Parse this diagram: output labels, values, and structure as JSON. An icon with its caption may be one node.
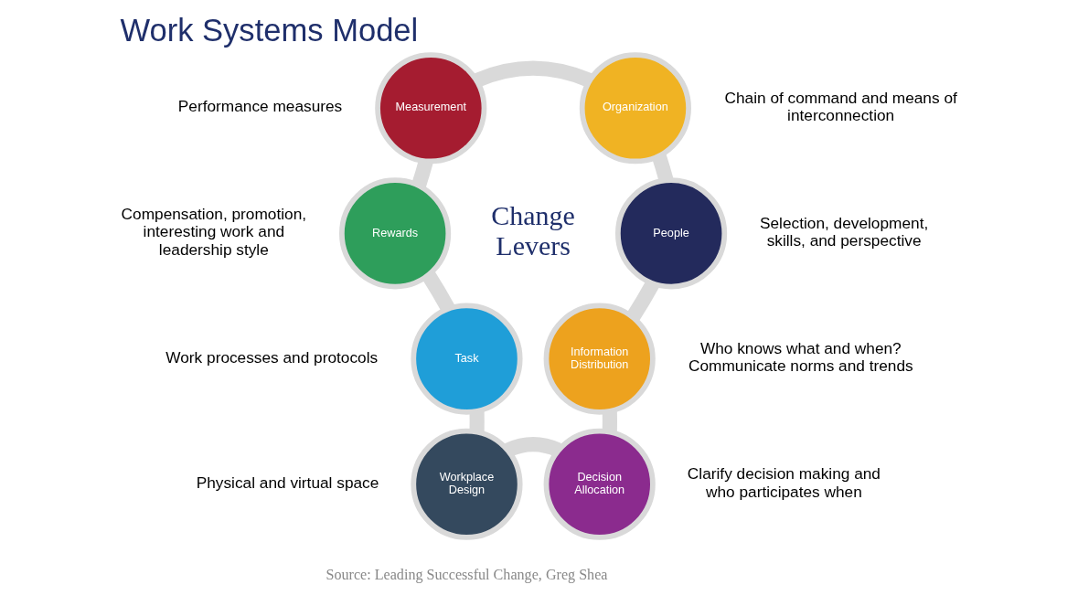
{
  "diagram": {
    "title": "Work Systems Model",
    "caption": "Source: Leading Successful Change, Greg Shea",
    "nodes": [
      {
        "text": [
          "Measurement"
        ],
        "beside": [
          "Performance measures"
        ]
      },
      {
        "text": [
          "Organization"
        ],
        "beside": [
          "Chain of command and means of interconnection"
        ]
      },
      {
        "text": [
          "People"
        ],
        "beside": [
          "Selection, development, skills, and perspective"
        ]
      },
      {
        "text": [
          "Information Distribution"
        ],
        "beside": [
          "Who knows what and when? Communicate norms and trends"
        ]
      },
      {
        "text": [
          "Decision Allocation"
        ],
        "beside": [
          "Clarify decision making and who participates when"
        ]
      },
      {
        "text": [
          "Workplace Design"
        ],
        "beside": [
          "Physical and virtual space"
        ]
      },
      {
        "text": [
          "Task"
        ],
        "beside": [
          "Work processes and protocols"
        ]
      },
      {
        "text": [
          "Rewards"
        ],
        "beside": [
          "Compensation, promotion, interesting work and leadership style"
        ]
      }
    ],
    "edges": [
      {
        "from": 0,
        "to": 1,
        "arrow": "none"
      },
      {
        "from": 1,
        "to": 2,
        "arrow": "none"
      },
      {
        "from": 2,
        "to": 3,
        "arrow": "none"
      },
      {
        "from": 3,
        "to": 4,
        "arrow": "none"
      },
      {
        "from": 4,
        "to": 5,
        "arrow": "none"
      },
      {
        "from": 5,
        "to": 6,
        "arrow": "none"
      },
      {
        "from": 6,
        "to": 7,
        "arrow": "none"
      },
      {
        "from": 7,
        "to": 0,
        "arrow": "none"
      }
    ],
    "labels": [
      "Change Levers"
    ]
  }
}
